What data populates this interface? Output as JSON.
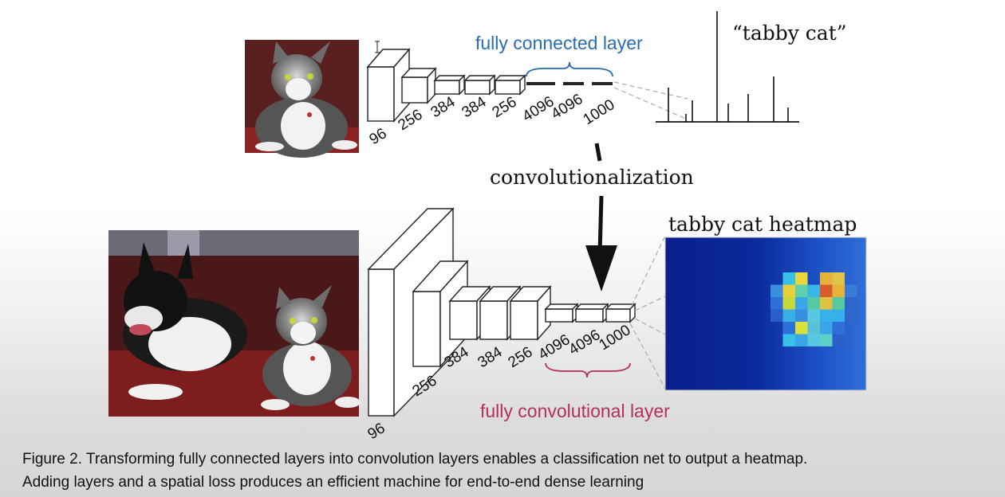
{
  "top_network": {
    "layer_labels": [
      "96",
      "256",
      "384",
      "384",
      "256",
      "4096",
      "4096",
      "1000"
    ],
    "fc_label": "fully connected layer",
    "output_label": "“tabby cat”",
    "fc_label_color": "#2a6cb0"
  },
  "transition": {
    "label": "convolutionalization"
  },
  "bottom_network": {
    "layer_labels": [
      "96",
      "256",
      "384",
      "384",
      "256",
      "4096",
      "4096",
      "1000"
    ],
    "conv_label": "fully convolutional layer",
    "heatmap_label": "tabby cat heatmap",
    "conv_label_color": "#b5305e"
  },
  "caption": {
    "line1": "Figure 2. Transforming fully connected layers into convolution layers enables a classification net to output a heatmap.",
    "line2": "Adding layers and a spatial loss produces an efficient machine for end-to-end dense learning"
  }
}
